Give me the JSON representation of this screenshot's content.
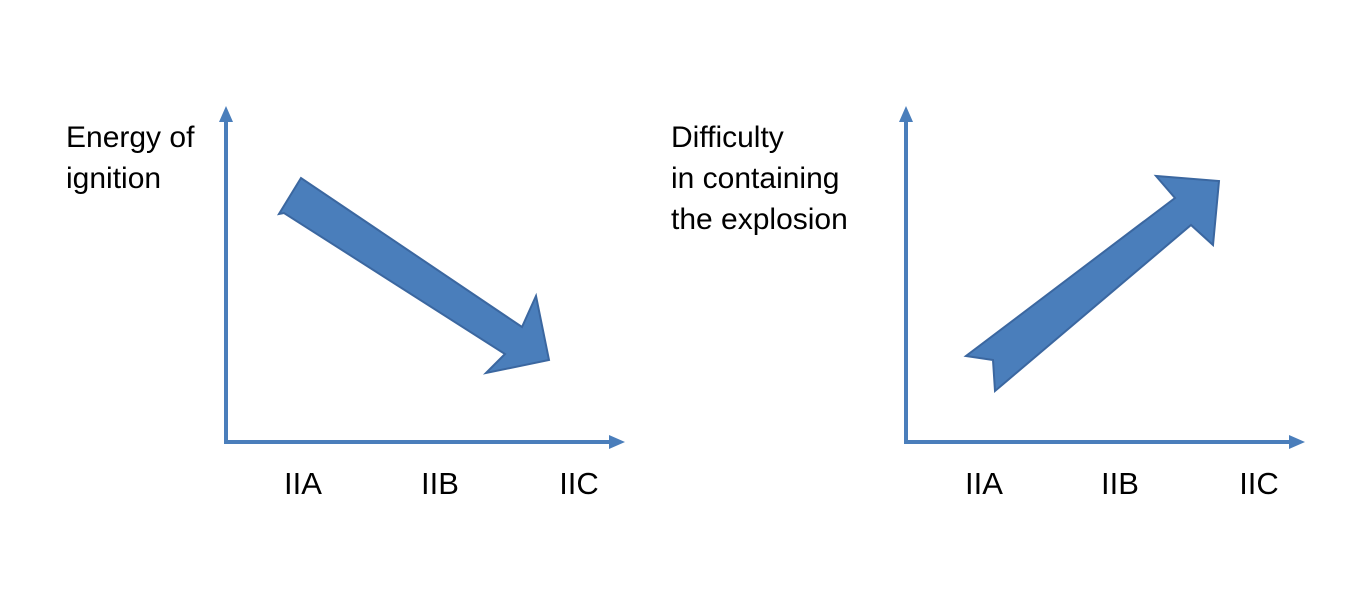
{
  "colors": {
    "axis": "#4a7ebb",
    "arrow_fill": "#4a7ebb",
    "arrow_stroke": "#3b67a0",
    "text": "#000000"
  },
  "panels": [
    {
      "y_label_lines": [
        "Energy of",
        "ignition"
      ],
      "x_ticks": [
        "IIA",
        "IIB",
        "IIC"
      ],
      "trend": "decreasing"
    },
    {
      "y_label_lines": [
        "Difficulty",
        "in containing",
        "the explosion"
      ],
      "x_ticks": [
        "IIA",
        "IIB",
        "IIC"
      ],
      "trend": "increasing"
    }
  ]
}
